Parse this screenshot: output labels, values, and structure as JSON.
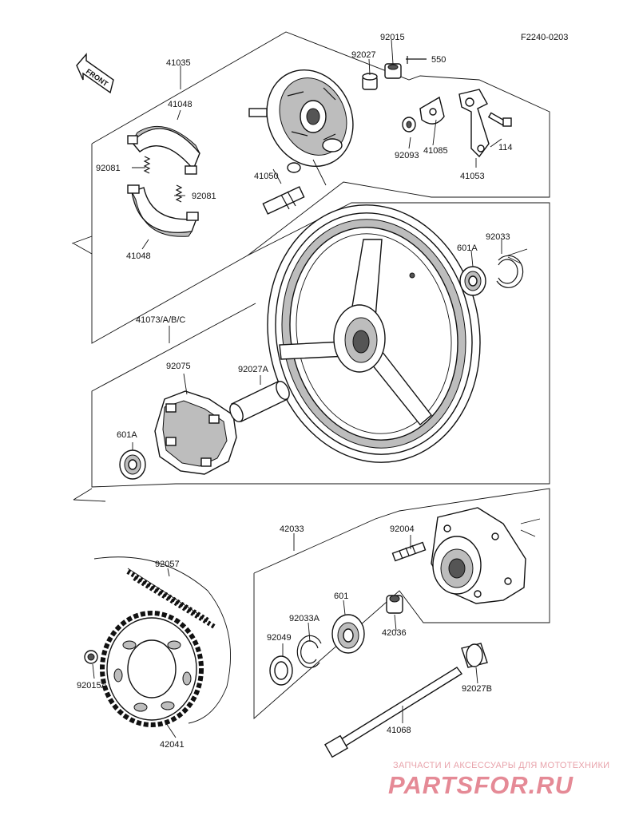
{
  "diagram_code": "F2240-0203",
  "front_label": "FRONT",
  "parts": {
    "p41035": "41035",
    "p41048_top": "41048",
    "p41048_bottom": "41048",
    "p92081_left": "92081",
    "p92081_right": "92081",
    "p92015": "92015",
    "p92027": "92027",
    "p550": "550",
    "p41085": "41085",
    "p92093": "92093",
    "p114": "114",
    "p41053": "41053",
    "p41050": "41050",
    "p92033": "92033",
    "p601A_top": "601A",
    "p41073": "41073/A/B/C",
    "p92075": "92075",
    "p92027A": "92027A",
    "p601A_left": "601A",
    "p42033": "42033",
    "p92004": "92004",
    "p92057": "92057",
    "p601": "601",
    "p92033A": "92033A",
    "p92049": "92049",
    "p42036": "42036",
    "p92015A": "92015A",
    "p92027B": "92027B",
    "p41068": "41068",
    "p42041": "42041"
  },
  "watermark": {
    "tagline": "ЗАПЧАСТИ И АКСЕССУАРЫ ДЛЯ МОТОТЕХНИКИ",
    "brand": "PARTSFOR.RU"
  }
}
